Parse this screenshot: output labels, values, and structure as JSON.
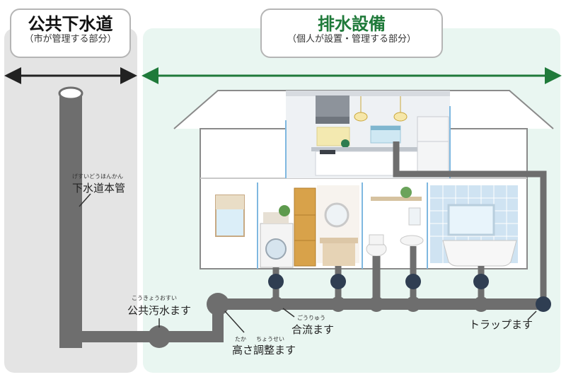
{
  "public": {
    "title": "公共下水道",
    "subtitle": "（市が管理する部分）"
  },
  "private": {
    "title": "排水設備",
    "subtitle": "（個人が設置・管理する部分）"
  },
  "labels": {
    "main_pipe": {
      "text": "下水道本管",
      "ruby": "げすいどうほんかん"
    },
    "public_inlet": {
      "text": "公共汚水ます",
      "ruby": "こうきょうおすい"
    },
    "merge_basin": {
      "text": "合流ます",
      "ruby": "ごうりゅう"
    },
    "height_basin": {
      "text": "高さ調整ます",
      "ruby_1": "たか",
      "ruby_2": "ちょうせい"
    },
    "trap_basin": {
      "text": "トラップます"
    }
  },
  "colors": {
    "public_title": "#111111",
    "private_title": "#1f7a3a",
    "public_bg": "#e4e4e4",
    "private_bg": "#e9f6f1",
    "public_arrow": "#222222",
    "private_arrow": "#1f7a3a",
    "pipe": "#6e6e6e",
    "trap": "#2f3e52"
  }
}
